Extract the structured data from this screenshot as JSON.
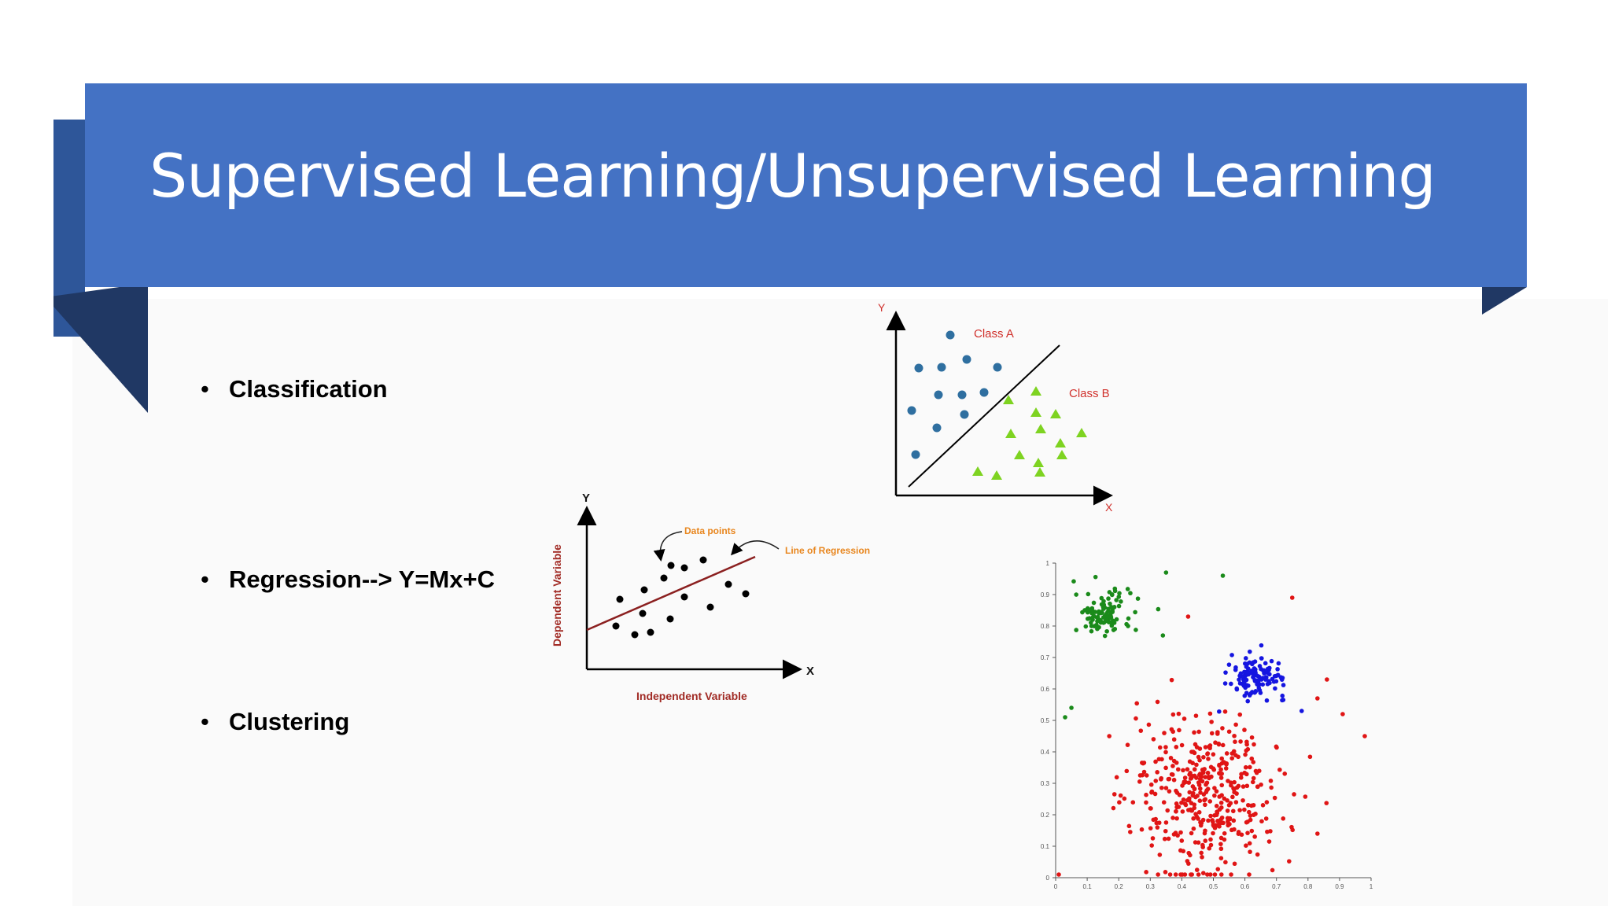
{
  "slide": {
    "title": "Supervised Learning/Unsupervised Learning",
    "bullets": [
      {
        "symbol": "•",
        "text": "Classification"
      },
      {
        "symbol": "•",
        "text": "Regression--> Y=Mx+C"
      },
      {
        "symbol": "•",
        "text": "Clustering"
      }
    ],
    "colors": {
      "banner": "#4472c4",
      "fold_dark": "#203864",
      "fold_mid": "#2e5699"
    }
  },
  "classification_figure": {
    "y_label": "Y",
    "x_label": "X",
    "class_a_label": "Class A",
    "class_b_label": "Class B",
    "class_a_color": "#2f6fa0",
    "class_b_color": "#7ed321",
    "label_color": "#d0302b"
  },
  "regression_figure": {
    "y_label": "Y",
    "x_label": "X",
    "x_axis_title": "Independent Variable",
    "y_axis_title": "Dependent Variable",
    "data_points_label": "Data points",
    "line_label": "Line of Regression",
    "label_color": "#e8861e",
    "axis_title_color": "#a12b25"
  },
  "chart_data": {
    "type": "scatter",
    "title": "",
    "xlabel": "",
    "ylabel": "",
    "xlim": [
      0,
      1
    ],
    "ylim": [
      0,
      1
    ],
    "x_ticks": [
      "0",
      "0.1",
      "0.2",
      "0.3",
      "0.4",
      "0.5",
      "0.6",
      "0.7",
      "0.8",
      "0.9",
      "1"
    ],
    "y_ticks": [
      "0",
      "0.1",
      "0.2",
      "0.3",
      "0.4",
      "0.5",
      "0.6",
      "0.7",
      "0.8",
      "0.9",
      "1"
    ],
    "clusters": [
      {
        "color": "#1a8a1a",
        "center": [
          0.15,
          0.84
        ],
        "spread": [
          0.045,
          0.035
        ],
        "count": 110
      },
      {
        "color": "#1515e0",
        "center": [
          0.64,
          0.64
        ],
        "spread": [
          0.045,
          0.032
        ],
        "count": 120
      },
      {
        "color": "#e01515",
        "center": [
          0.48,
          0.26
        ],
        "spread": [
          0.12,
          0.13
        ],
        "count": 420
      }
    ],
    "outliers": [
      {
        "x": 0.35,
        "y": 0.97,
        "color": "#1a8a1a"
      },
      {
        "x": 0.53,
        "y": 0.96,
        "color": "#1a8a1a"
      },
      {
        "x": 0.34,
        "y": 0.77,
        "color": "#1a8a1a"
      },
      {
        "x": 0.05,
        "y": 0.54,
        "color": "#1a8a1a"
      },
      {
        "x": 0.03,
        "y": 0.51,
        "color": "#1a8a1a"
      },
      {
        "x": 0.75,
        "y": 0.89,
        "color": "#e01515"
      },
      {
        "x": 0.42,
        "y": 0.83,
        "color": "#e01515"
      },
      {
        "x": 0.86,
        "y": 0.63,
        "color": "#e01515"
      },
      {
        "x": 0.91,
        "y": 0.52,
        "color": "#e01515"
      },
      {
        "x": 0.98,
        "y": 0.45,
        "color": "#e01515"
      },
      {
        "x": 0.83,
        "y": 0.57,
        "color": "#e01515"
      },
      {
        "x": 0.17,
        "y": 0.45,
        "color": "#e01515"
      },
      {
        "x": 0.83,
        "y": 0.14,
        "color": "#e01515"
      },
      {
        "x": 0.78,
        "y": 0.53,
        "color": "#1515e0"
      }
    ]
  }
}
